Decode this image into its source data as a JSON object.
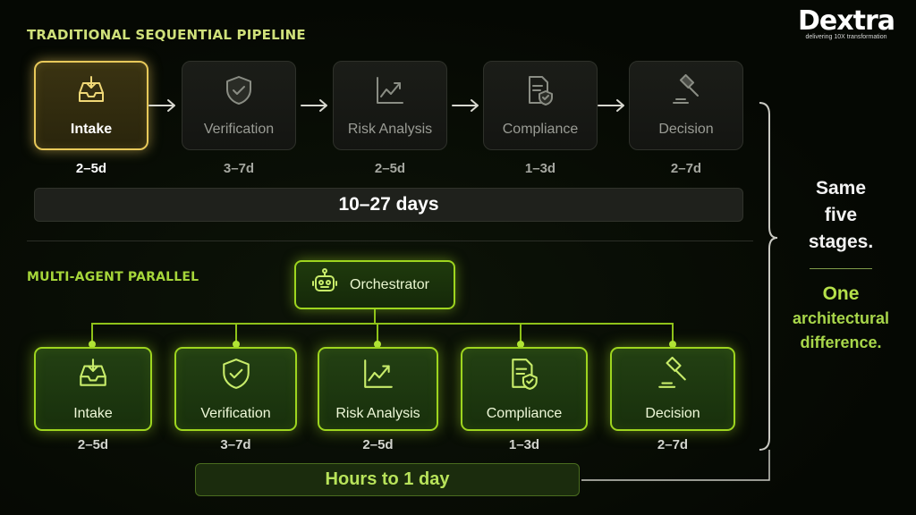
{
  "logo": {
    "word": "Dextra",
    "tagline": "delivering 10X transformation"
  },
  "traditional": {
    "title": "TRADITIONAL SEQUENTIAL PIPELINE",
    "stages": [
      {
        "label": "Intake",
        "duration": "2–5d",
        "icon": "inbox-icon"
      },
      {
        "label": "Verification",
        "duration": "3–7d",
        "icon": "shield-check-icon"
      },
      {
        "label": "Risk Analysis",
        "duration": "2–5d",
        "icon": "trend-chart-icon"
      },
      {
        "label": "Compliance",
        "duration": "1–3d",
        "icon": "document-shield-icon"
      },
      {
        "label": "Decision",
        "duration": "2–7d",
        "icon": "gavel-icon"
      }
    ],
    "total": "10–27 days"
  },
  "parallel": {
    "title": "MULTI-AGENT PARALLEL",
    "orchestrator": {
      "label": "Orchestrator",
      "icon": "robot-icon"
    },
    "stages": [
      {
        "label": "Intake",
        "duration": "2–5d",
        "icon": "inbox-icon"
      },
      {
        "label": "Verification",
        "duration": "3–7d",
        "icon": "shield-check-icon"
      },
      {
        "label": "Risk Analysis",
        "duration": "2–5d",
        "icon": "trend-chart-icon"
      },
      {
        "label": "Compliance",
        "duration": "1–3d",
        "icon": "document-shield-icon"
      },
      {
        "label": "Decision",
        "duration": "2–7d",
        "icon": "gavel-icon"
      }
    ],
    "total": "Hours to 1 day"
  },
  "summary": {
    "line1": "Same",
    "line2": "five",
    "line3": "stages.",
    "line4": "One",
    "line5": "architectural",
    "line6": "difference."
  },
  "colors": {
    "accent_green": "#9ed51f",
    "accent_gold": "#e8c95a",
    "muted_box": "#1b1d18"
  }
}
